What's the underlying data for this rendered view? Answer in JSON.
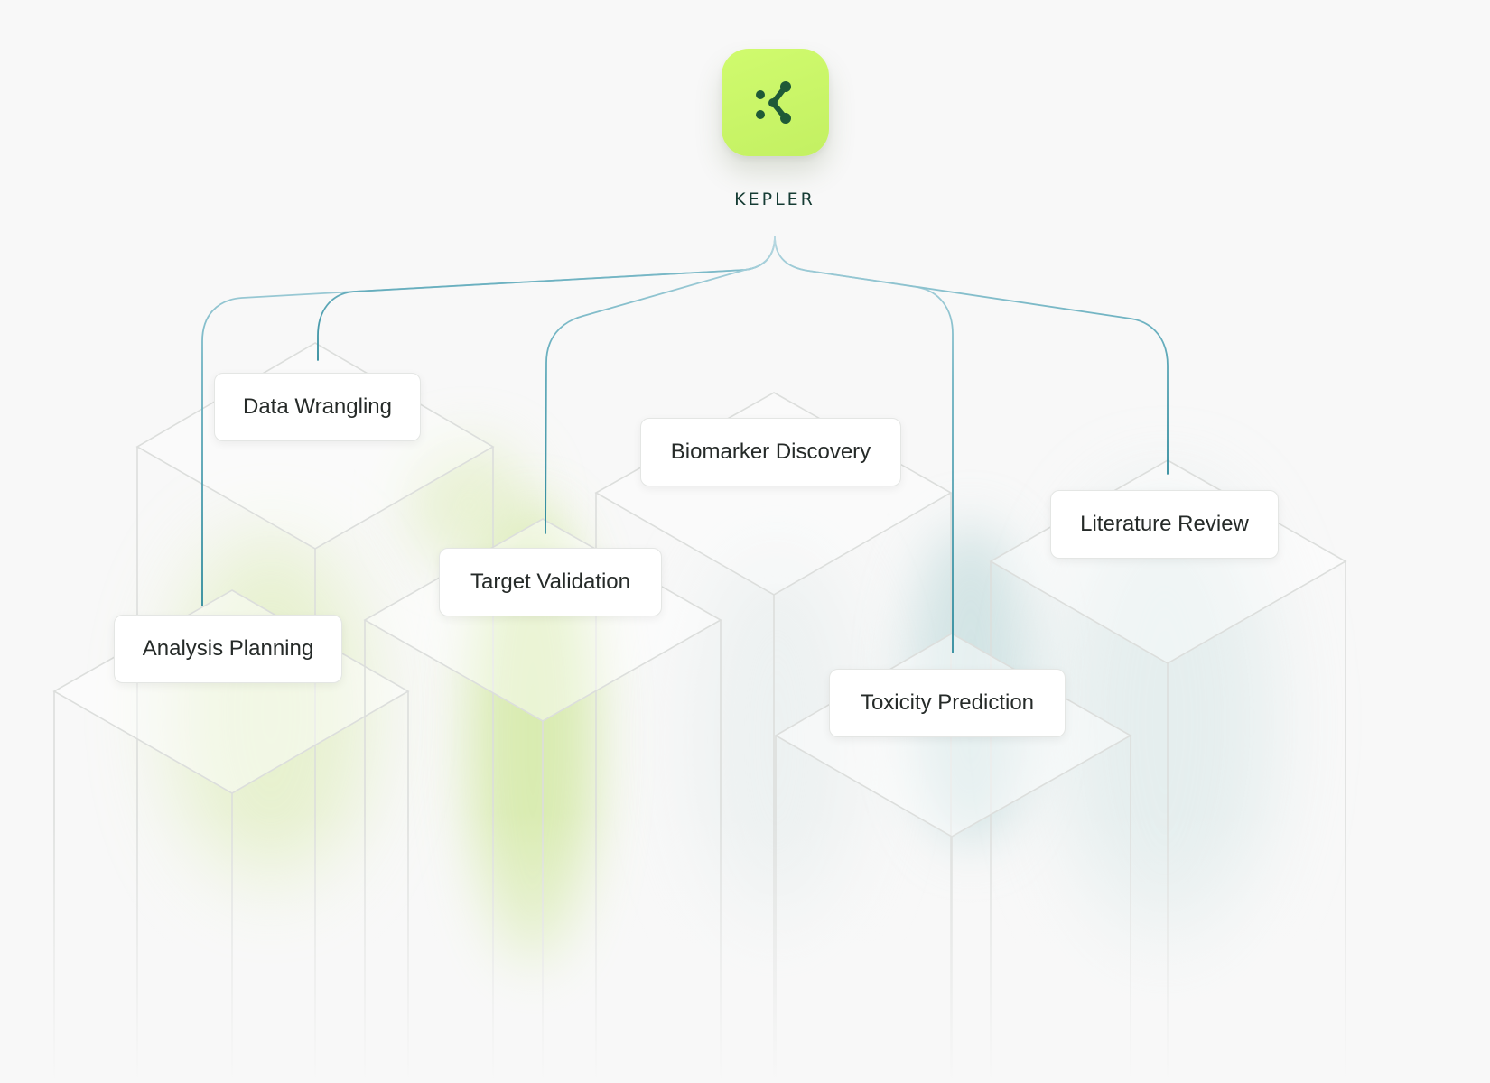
{
  "brand": {
    "name": "KEPLER",
    "icon": "network-nodes-icon",
    "accent": "#c8f566",
    "text_color": "#163c34"
  },
  "nodes": [
    {
      "label": "Data Wrangling"
    },
    {
      "label": "Analysis Planning"
    },
    {
      "label": "Target Validation"
    },
    {
      "label": "Biomarker Discovery"
    },
    {
      "label": "Toxicity Prediction"
    },
    {
      "label": "Literature Review"
    }
  ],
  "colors": {
    "connector": "#2e8a9c",
    "connector_fade": "#b9d9e2",
    "glow_green": "#cfe79a",
    "glow_teal": "#a9ccd0"
  }
}
